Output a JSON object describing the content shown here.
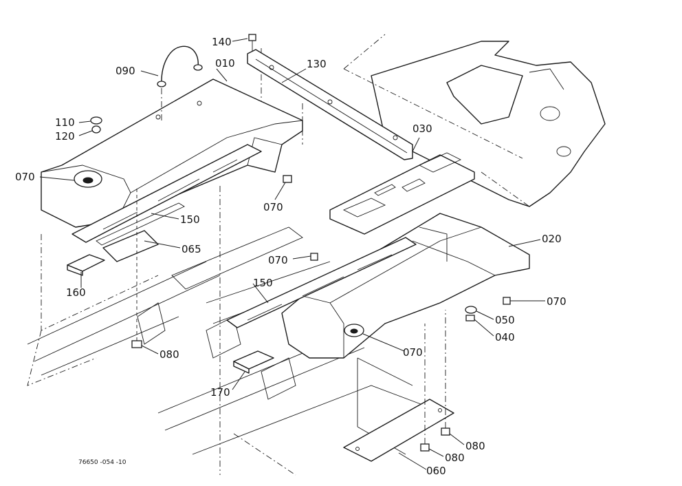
{
  "callouts": {
    "p140": "140",
    "p130": "130",
    "p090": "090",
    "p010": "010",
    "p110": "110",
    "p120": "120",
    "p070_left": "070",
    "p070_bracket": "070",
    "p150_upper": "150",
    "p065": "065",
    "p160": "160",
    "p030": "030",
    "p020": "020",
    "p070_mid": "070",
    "p150_lower": "150",
    "p070_right": "070",
    "p050": "050",
    "p040": "040",
    "p070_front": "070",
    "p080_left": "080",
    "p170": "170",
    "p080_right_top": "080",
    "p080_right_bottom": "080",
    "p060": "060"
  },
  "drawing_ref": "76650 -054 -10"
}
